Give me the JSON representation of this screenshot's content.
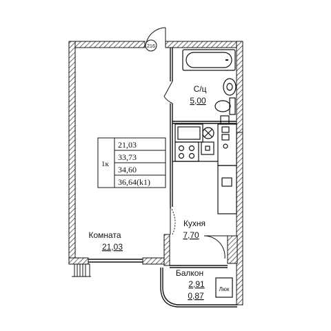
{
  "apartment": {
    "room_count": "1к",
    "areas": [
      "21,03",
      "33,73",
      "34,60",
      "36,64(k1)"
    ]
  },
  "rooms": {
    "room": {
      "name": "Комната",
      "area": "21,03"
    },
    "bathroom": {
      "name": "С/ц",
      "area": "5,00"
    },
    "kitchen": {
      "name": "Кухня",
      "area": "7,70"
    },
    "balcony": {
      "name": "Балкон",
      "area1": "2,91",
      "area2": "0,87"
    }
  },
  "marks": {
    "door_tag": "216",
    "hatch": "Люк"
  },
  "colors": {
    "wall_hatch": "#555555",
    "line": "#111111"
  }
}
